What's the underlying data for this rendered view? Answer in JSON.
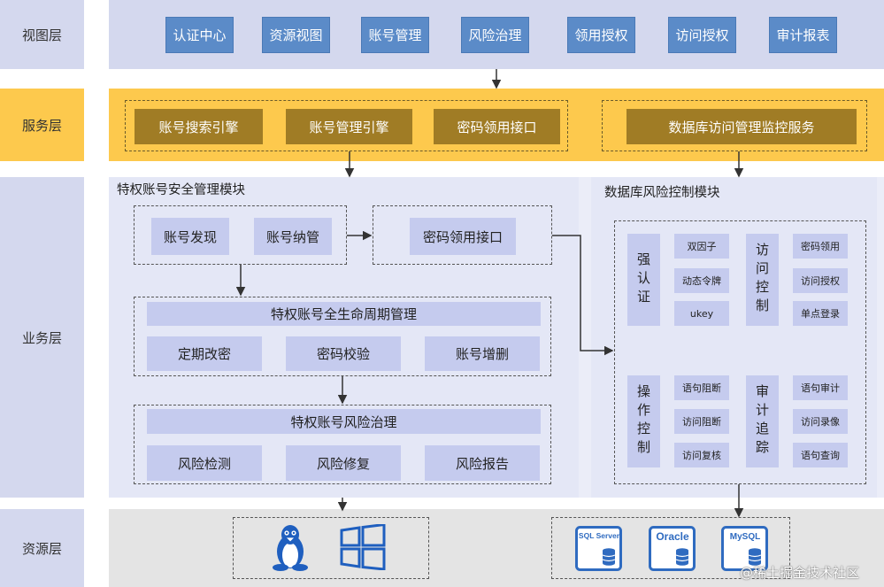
{
  "layers": {
    "view": "视图层",
    "service": "服务层",
    "business": "业务层",
    "resource": "资源层"
  },
  "view_items": [
    "认证中心",
    "资源视图",
    "账号管理",
    "风险治理",
    "领用授权",
    "访问授权",
    "审计报表"
  ],
  "service_items": [
    "账号搜索引擎",
    "账号管理引擎",
    "密码领用接口"
  ],
  "service_db": "数据库访问管理监控服务",
  "privileged": {
    "title": "特权账号安全管理模块",
    "discovery": "账号发现",
    "custody": "账号纳管",
    "pwd_interface": "密码领用接口",
    "lifecycle": {
      "title": "特权账号全生命周期管理",
      "items": [
        "定期改密",
        "密码校验",
        "账号增删"
      ]
    },
    "risk": {
      "title": "特权账号风险治理",
      "items": [
        "风险检测",
        "风险修复",
        "风险报告"
      ]
    }
  },
  "db_risk": {
    "title": "数据库风险控制模块",
    "strong_auth": "强认证",
    "strong_auth_items": [
      "双因子",
      "动态令牌",
      "ukey"
    ],
    "access_ctrl": "访问控制",
    "access_ctrl_items": [
      "密码领用",
      "访问授权",
      "单点登录"
    ],
    "op_ctrl": "操作控制",
    "op_ctrl_items": [
      "语句阻断",
      "访问阻断",
      "访问复核"
    ],
    "audit": "审计追踪",
    "audit_items": [
      "语句审计",
      "访问录像",
      "语句查询"
    ]
  },
  "resources": {
    "os_icons": [
      "linux-penguin-icon",
      "windows-icon"
    ],
    "db_icons": [
      "SQL Server",
      "Oracle",
      "MySQL"
    ]
  },
  "watermark": "@稀土掘金技术社区",
  "colors": {
    "view_band": "#d4d8ee",
    "view_button": "#5b8bc8",
    "service_band": "#fdc94d",
    "service_button": "#a07c25",
    "business_panel": "#e4e7f6",
    "module_box": "#c5cbee",
    "db_icon": "#2f6bc0"
  }
}
